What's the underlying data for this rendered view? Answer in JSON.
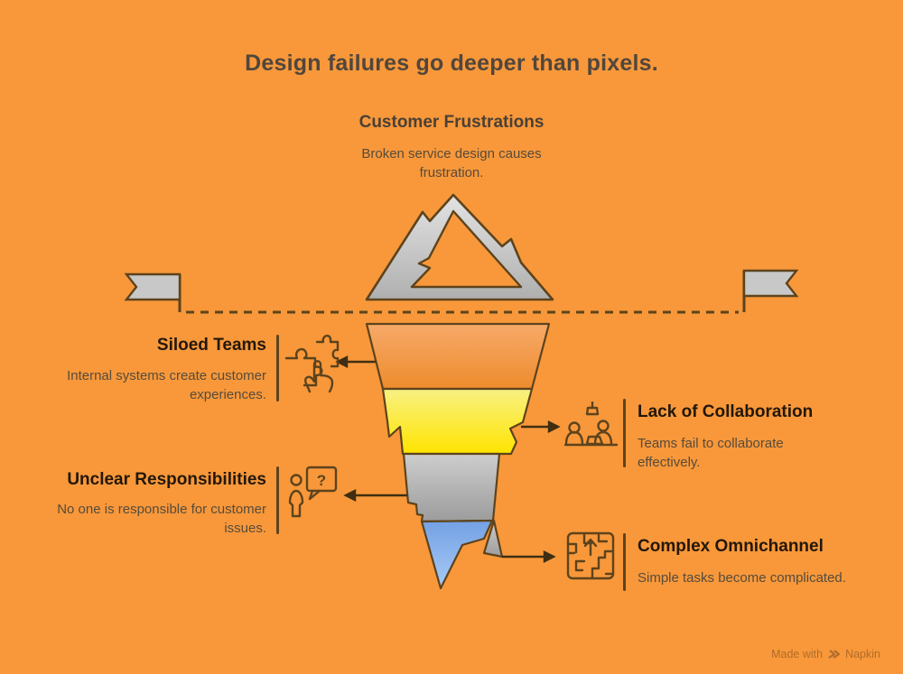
{
  "title": "Design failures go deeper than pixels.",
  "surface": {
    "heading": "Customer Frustrations",
    "description": "Broken service design causes frustration."
  },
  "items": [
    {
      "heading": "Siloed Teams",
      "description": "Internal systems create customer experiences.",
      "icon": "puzzle-click-icon",
      "side": "left"
    },
    {
      "heading": "Lack of Collaboration",
      "description": "Teams fail to collaborate effectively.",
      "icon": "team-desk-icon",
      "side": "right"
    },
    {
      "heading": "Unclear Responsibilities",
      "description": "No one is responsible for customer issues.",
      "icon": "person-question-icon",
      "side": "left"
    },
    {
      "heading": "Complex Omnichannel",
      "description": "Simple tasks become complicated.",
      "icon": "maze-icon",
      "side": "right"
    }
  ],
  "footer": {
    "made_with": "Made with",
    "brand": "Napkin"
  },
  "colors": {
    "bg": "#F8983A",
    "ink": "#5D431C",
    "line": "#3F2E12",
    "title": "#51463C",
    "subhead": "#4A4036",
    "heading": "#23170A",
    "desc": "#564B3C",
    "credit": "#B06C2A",
    "seg-orange-top": "#F7A969",
    "seg-orange-bottom": "#EE8C2D",
    "seg-yellow-top": "#F8F183",
    "seg-yellow-bottom": "#FFE400",
    "seg-gray-top": "#CDCDCD",
    "seg-gray-bottom": "#9C9C9C",
    "seg-blue-top": "#73A1E4",
    "seg-blue-bottom": "#A8CAF6",
    "mountain-top": "#E3E3E3",
    "mountain-bottom": "#AFAFAF",
    "flag-gray": "#C8C8C8"
  }
}
